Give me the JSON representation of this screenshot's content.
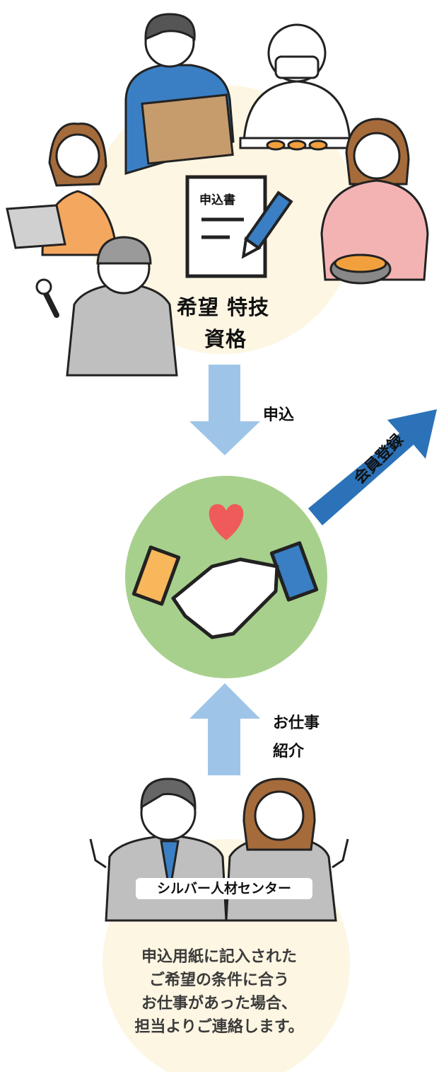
{
  "top": {
    "form_title": "申込書",
    "wishes_line1": "希望 特技",
    "wishes_line2": "資格"
  },
  "flow": {
    "apply_label": "申込",
    "register_label": "会員登録",
    "job_intro_line1": "お仕事",
    "job_intro_line2": "紹介"
  },
  "center": {
    "name": "シルバー人材センター",
    "description_lines": [
      "申込用紙に記入された",
      "ご希望の条件に合う",
      "お仕事があった場合、",
      "担当よりご連絡します。"
    ]
  },
  "colors": {
    "cream_circle": "#fdf6e3",
    "flow_arrow_light": "#9ec5e8",
    "register_arrow": "#2b72b8",
    "green_circle": "#a8d08d",
    "heart": "#ef5b5b",
    "cuff_orange": "#f7b75a",
    "cuff_blue": "#3a7fc4",
    "suit_gray": "#bfbfbf"
  },
  "icons": [
    "application-form-icon",
    "pen-icon",
    "heart-icon",
    "handshake-icon",
    "wrench-icon",
    "laptop-icon"
  ]
}
